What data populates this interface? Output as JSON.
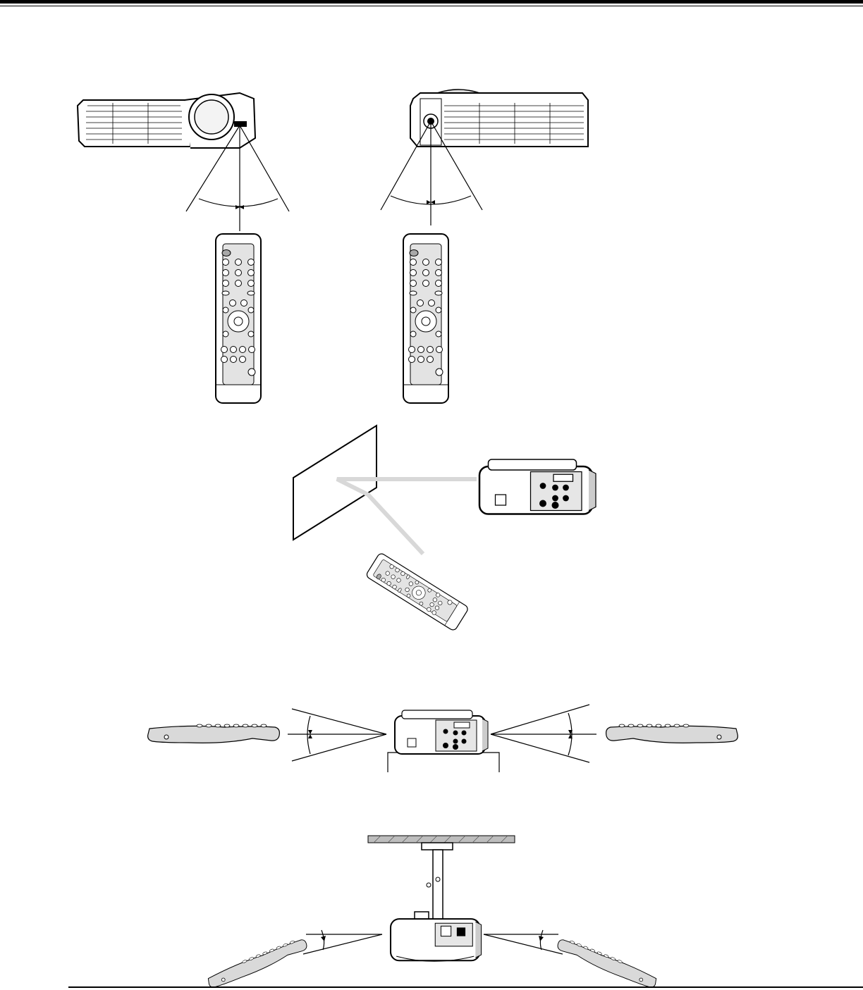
{
  "page": {
    "rule_color": "#000000"
  },
  "figures": {
    "front_view": "projector-front-remote-angle",
    "rear_view": "projector-rear-remote-angle",
    "reflection": "screen-reflection-operation",
    "side_view": "table-mount-vertical-angle",
    "ceiling_view": "ceiling-mount-vertical-angle"
  }
}
